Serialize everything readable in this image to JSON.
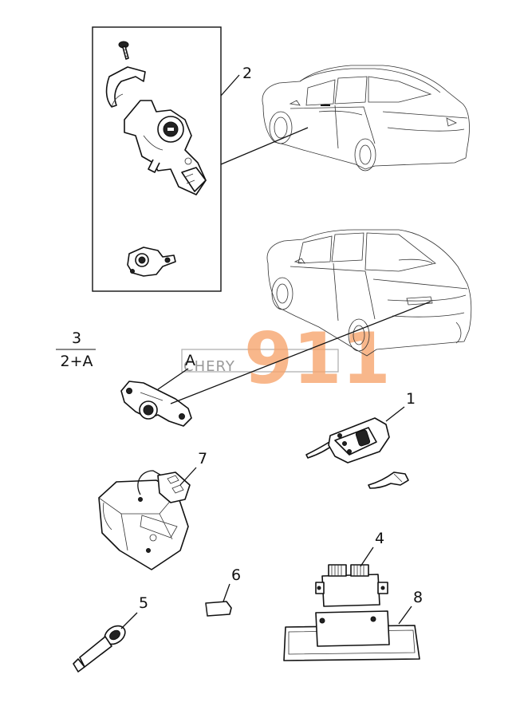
{
  "diagram": {
    "callouts": {
      "c1": "1",
      "c2": "2",
      "c3": "3",
      "c3_sub": "2+A",
      "c4": "4",
      "c5": "5",
      "c6": "6",
      "c7": "7",
      "c8": "8",
      "cA": "A"
    },
    "watermark": {
      "brand": "CHERY",
      "number": "911",
      "color": "#f7a46b"
    }
  }
}
